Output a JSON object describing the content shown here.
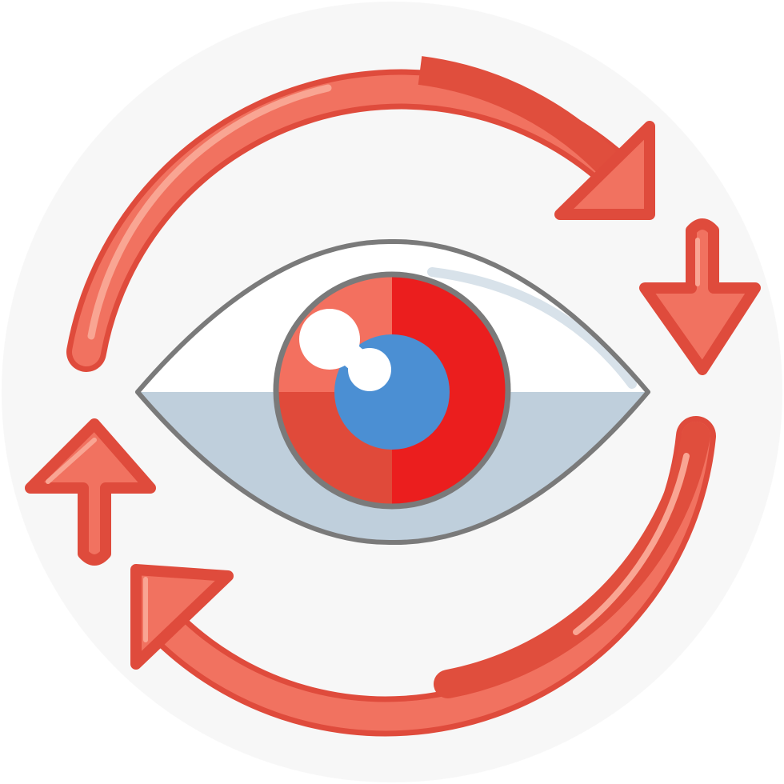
{
  "illustration": {
    "subject": "eye-refresh-icon",
    "colors": {
      "background": "#ffffff",
      "backdrop_circle": "#f7f7f7",
      "arrow_outline": "#df4b3c",
      "arrow_fill": "#f17260",
      "arrow_fill_dark": "#e04e3d",
      "arrow_highlight": "#f9a593",
      "eye_outline": "#7a7a7a",
      "sclera": "#ffffff",
      "sclera_shadow": "#bfcfdc",
      "sclera_highlight": "#d8e2ea",
      "iris_red": "#eb1e1e",
      "iris_coral": "#f3705f",
      "iris_red_dark": "#e04a3a",
      "pupil": "#4b8fd3",
      "glint": "#ffffff"
    },
    "elements": [
      {
        "name": "top-curved-arrow-icon",
        "direction": "clockwise"
      },
      {
        "name": "right-down-arrow-icon",
        "direction": "down"
      },
      {
        "name": "bottom-curved-arrow-icon",
        "direction": "clockwise"
      },
      {
        "name": "left-up-arrow-icon",
        "direction": "up"
      },
      {
        "name": "eye-icon",
        "state": "open"
      }
    ]
  }
}
